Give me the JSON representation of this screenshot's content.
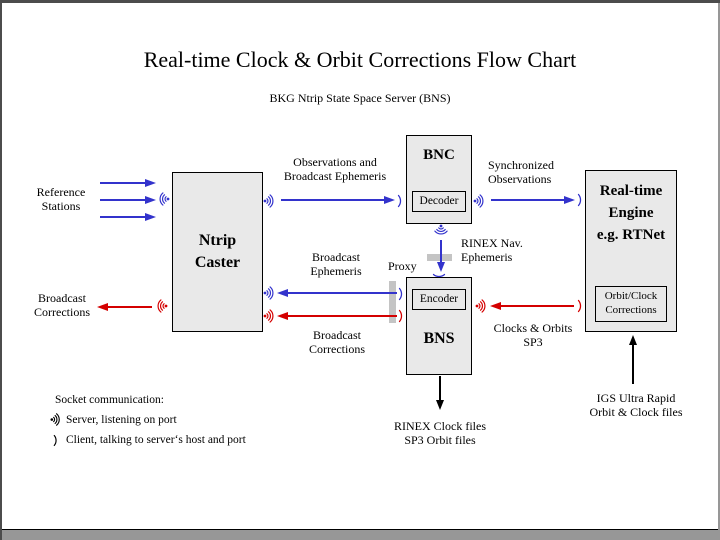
{
  "colors": {
    "blue": "#3333cc",
    "red": "#d40000",
    "box_fill": "#e9e9e9",
    "proxy_bar": "#c4c4c4",
    "frame_dark": "#4c4c4c",
    "frame_light": "#979797"
  },
  "header": {
    "title": "Real-time Clock & Orbit Corrections Flow Chart",
    "subtitle": "BKG Ntrip State Space Server (BNS)"
  },
  "nodes": {
    "ntrip_caster": {
      "label": "Ntrip\nCaster"
    },
    "bnc": {
      "label": "BNC",
      "sub_label": "Decoder"
    },
    "bns": {
      "label": "BNS",
      "sub_label": "Encoder"
    },
    "realtime_engine": {
      "label": "Real-time\nEngine\ne.g. RTNet",
      "sub_label": "Orbit/Clock\nCorrections"
    }
  },
  "labels": {
    "reference_stations": "Reference\nStations",
    "broadcast_corrections_out": "Broadcast\nCorrections",
    "observations_broadcast_ephemeris": "Observations and\nBroadcast Ephemeris",
    "synchronized_observations": "Synchronized\nObservations",
    "rinex_nav_ephemeris": "RINEX Nav.\nEphemeris",
    "proxy": "Proxy",
    "broadcast_ephemeris": "Broadcast\nEphemeris",
    "broadcast_corrections_mid": "Broadcast\nCorrections",
    "clocks_orbits_sp3": "Clocks & Orbits\nSP3",
    "rinex_clock_files": "RINEX Clock files\nSP3 Orbit files",
    "igs_ultra_rapid": "IGS Ultra Rapid\nOrbit & Clock files"
  },
  "legend": {
    "title": "Socket communication:",
    "server": "Server, listening on port",
    "client": "Client, talking to server‘s host and port"
  }
}
